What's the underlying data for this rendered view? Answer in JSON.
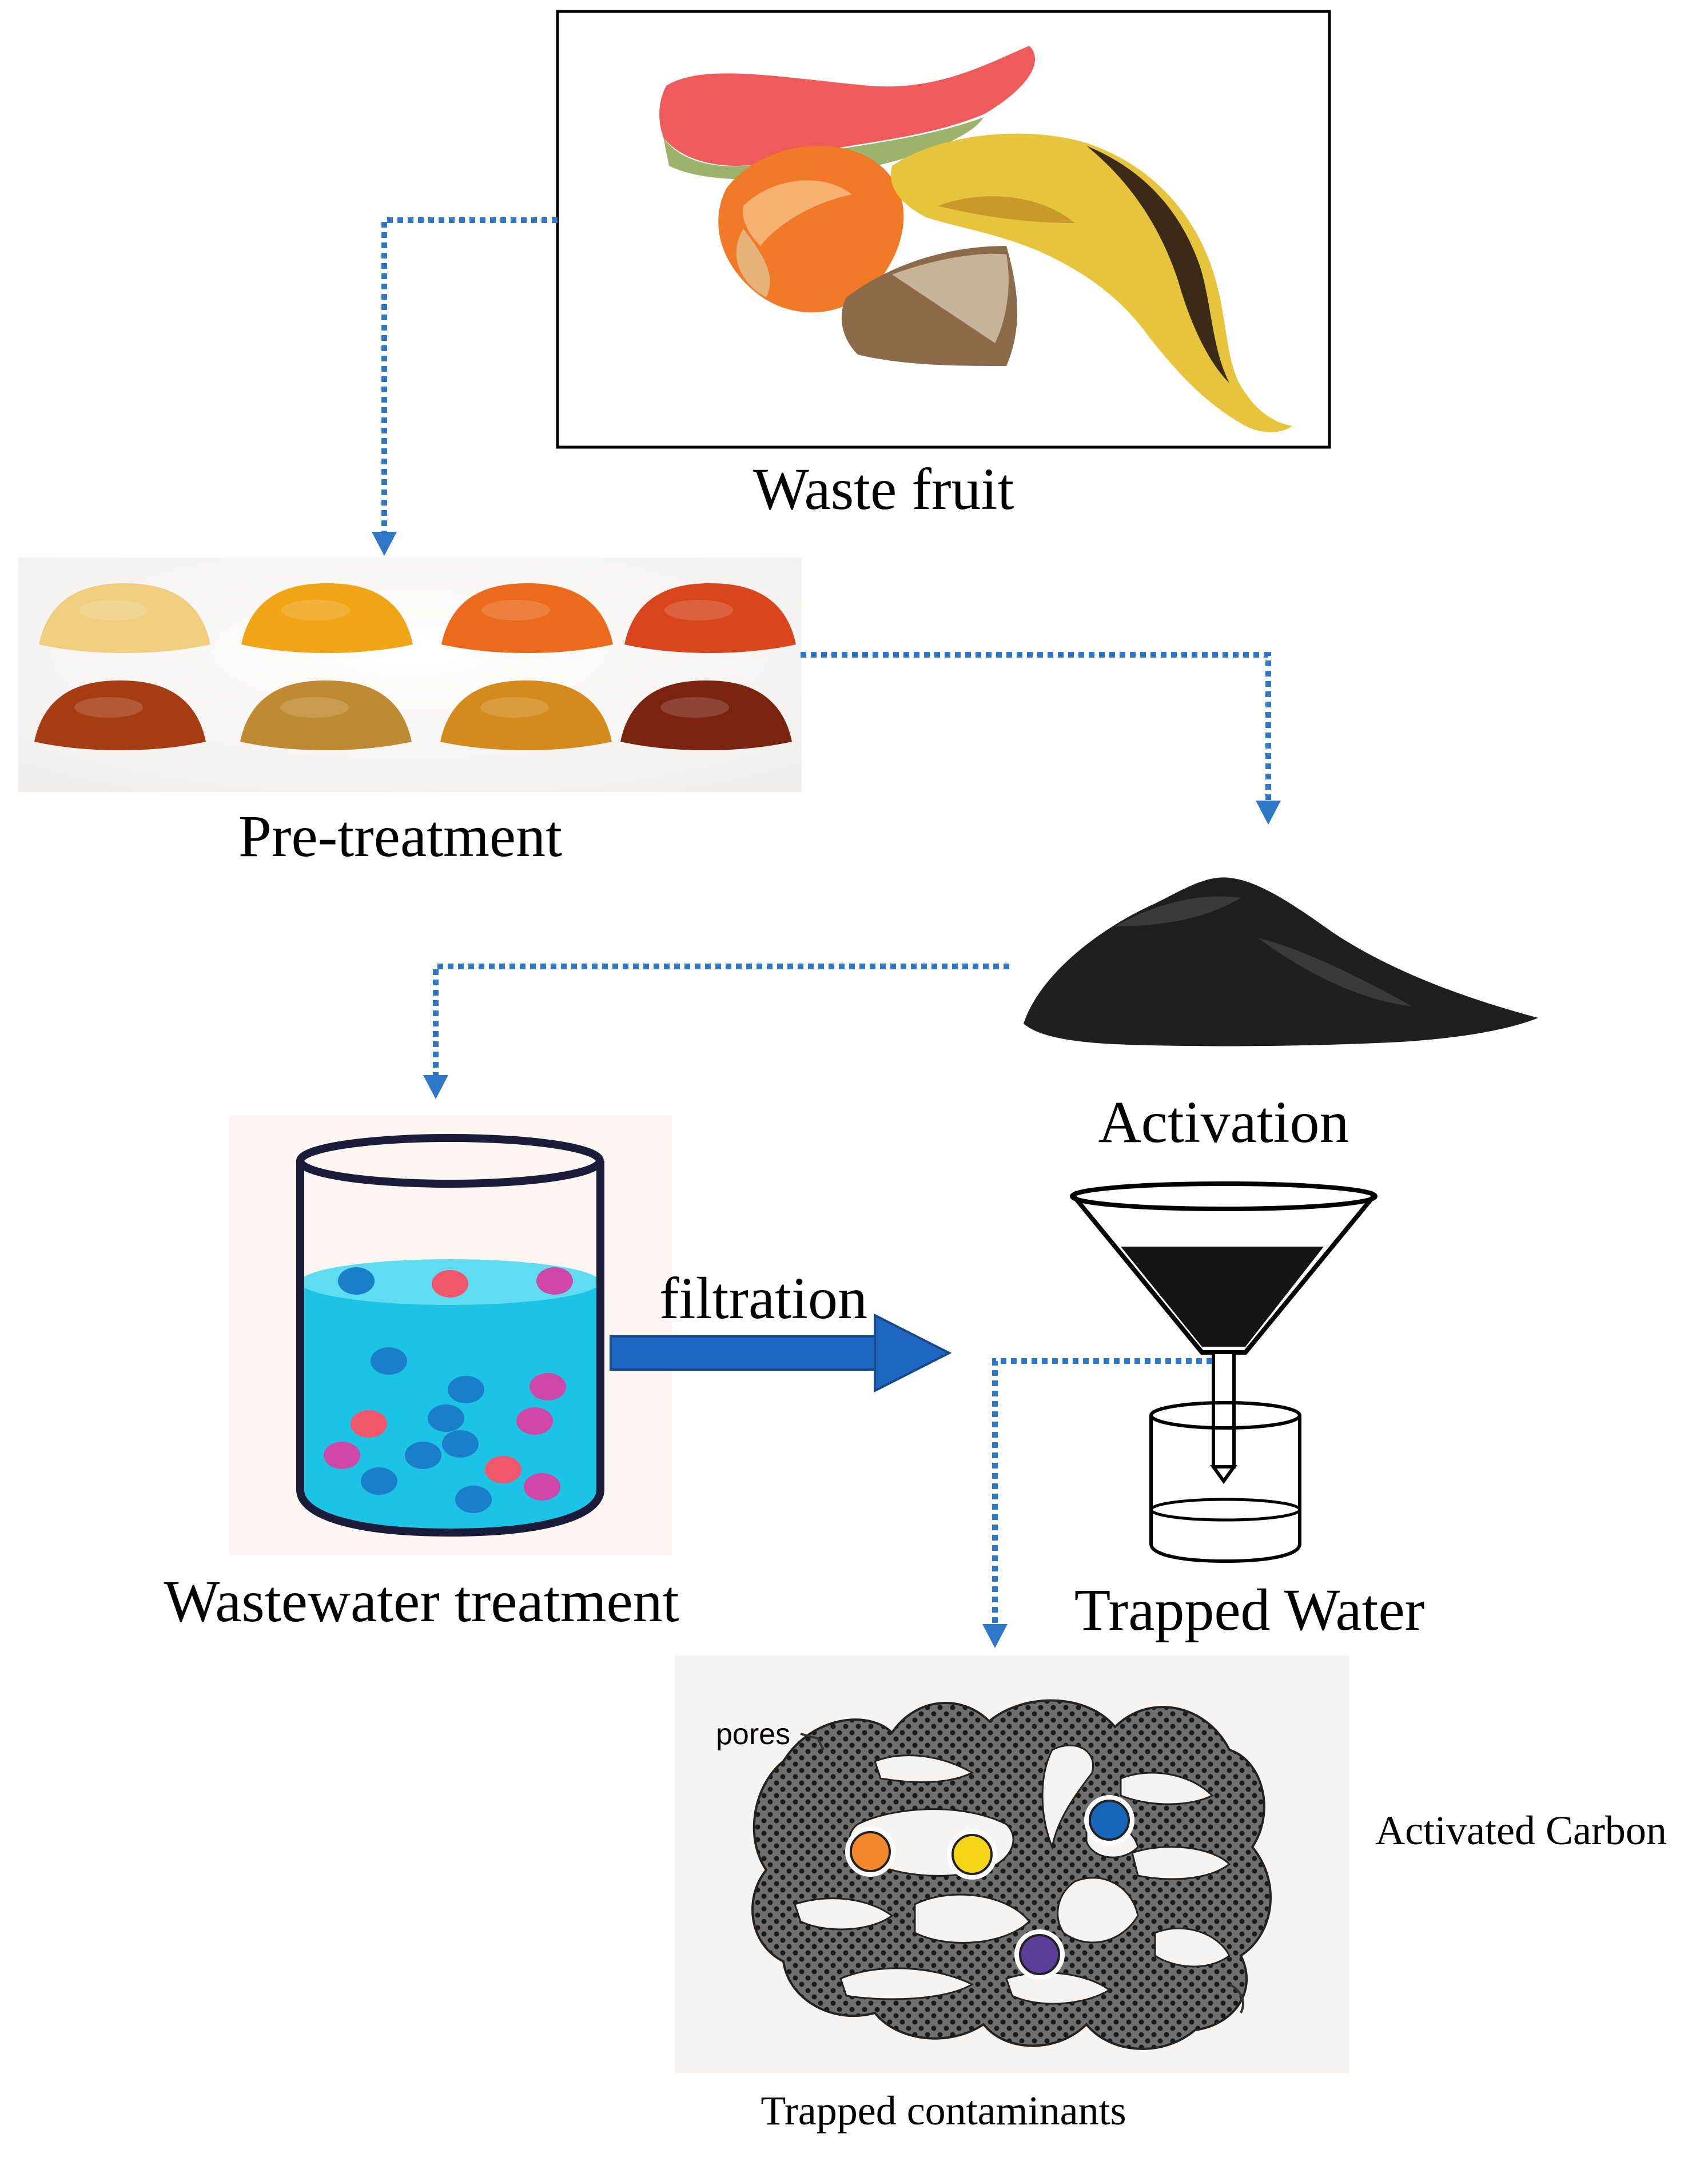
{
  "labels": {
    "waste_fruit": "Waste fruit",
    "pre_treatment": "Pre-treatment",
    "activation": "Activation",
    "filtration": "filtration",
    "wastewater_treatment": "Wastewater treatment",
    "trapped_water": "Trapped Water",
    "pores": "pores",
    "activated_carbon": "Activated Carbon",
    "trapped_contaminants": "Trapped contaminants"
  },
  "colors": {
    "arrow_dotted": "#2f78c9",
    "filtration_arrow": "#1f66c1",
    "water": "#22c9e8",
    "water_surface": "#5fdcef",
    "carbon": "#2b2b2b",
    "carbon_dots": "#111111",
    "carbon_bg": "#7c7c7c"
  },
  "powders": [
    {
      "name": "pale-yellow",
      "color": "#efce7f"
    },
    {
      "name": "yellow-orange",
      "color": "#f0a516"
    },
    {
      "name": "orange",
      "color": "#ec6a1c"
    },
    {
      "name": "red-orange",
      "color": "#d9461d"
    },
    {
      "name": "brown-red",
      "color": "#a63d12"
    },
    {
      "name": "tan",
      "color": "#c08a32"
    },
    {
      "name": "amber",
      "color": "#d58a1e"
    },
    {
      "name": "dark-red",
      "color": "#7a2410"
    }
  ],
  "particles": [
    {
      "kind": "blue",
      "color": "#1a7ec9"
    },
    {
      "kind": "red",
      "color": "#f1566d"
    },
    {
      "kind": "magenta",
      "color": "#cf47a9"
    }
  ],
  "contaminants": [
    {
      "name": "orange",
      "color": "#f28a2d"
    },
    {
      "name": "yellow",
      "color": "#f5d417"
    },
    {
      "name": "blue",
      "color": "#1667b8"
    },
    {
      "name": "purple",
      "color": "#5a3e9a"
    }
  ]
}
